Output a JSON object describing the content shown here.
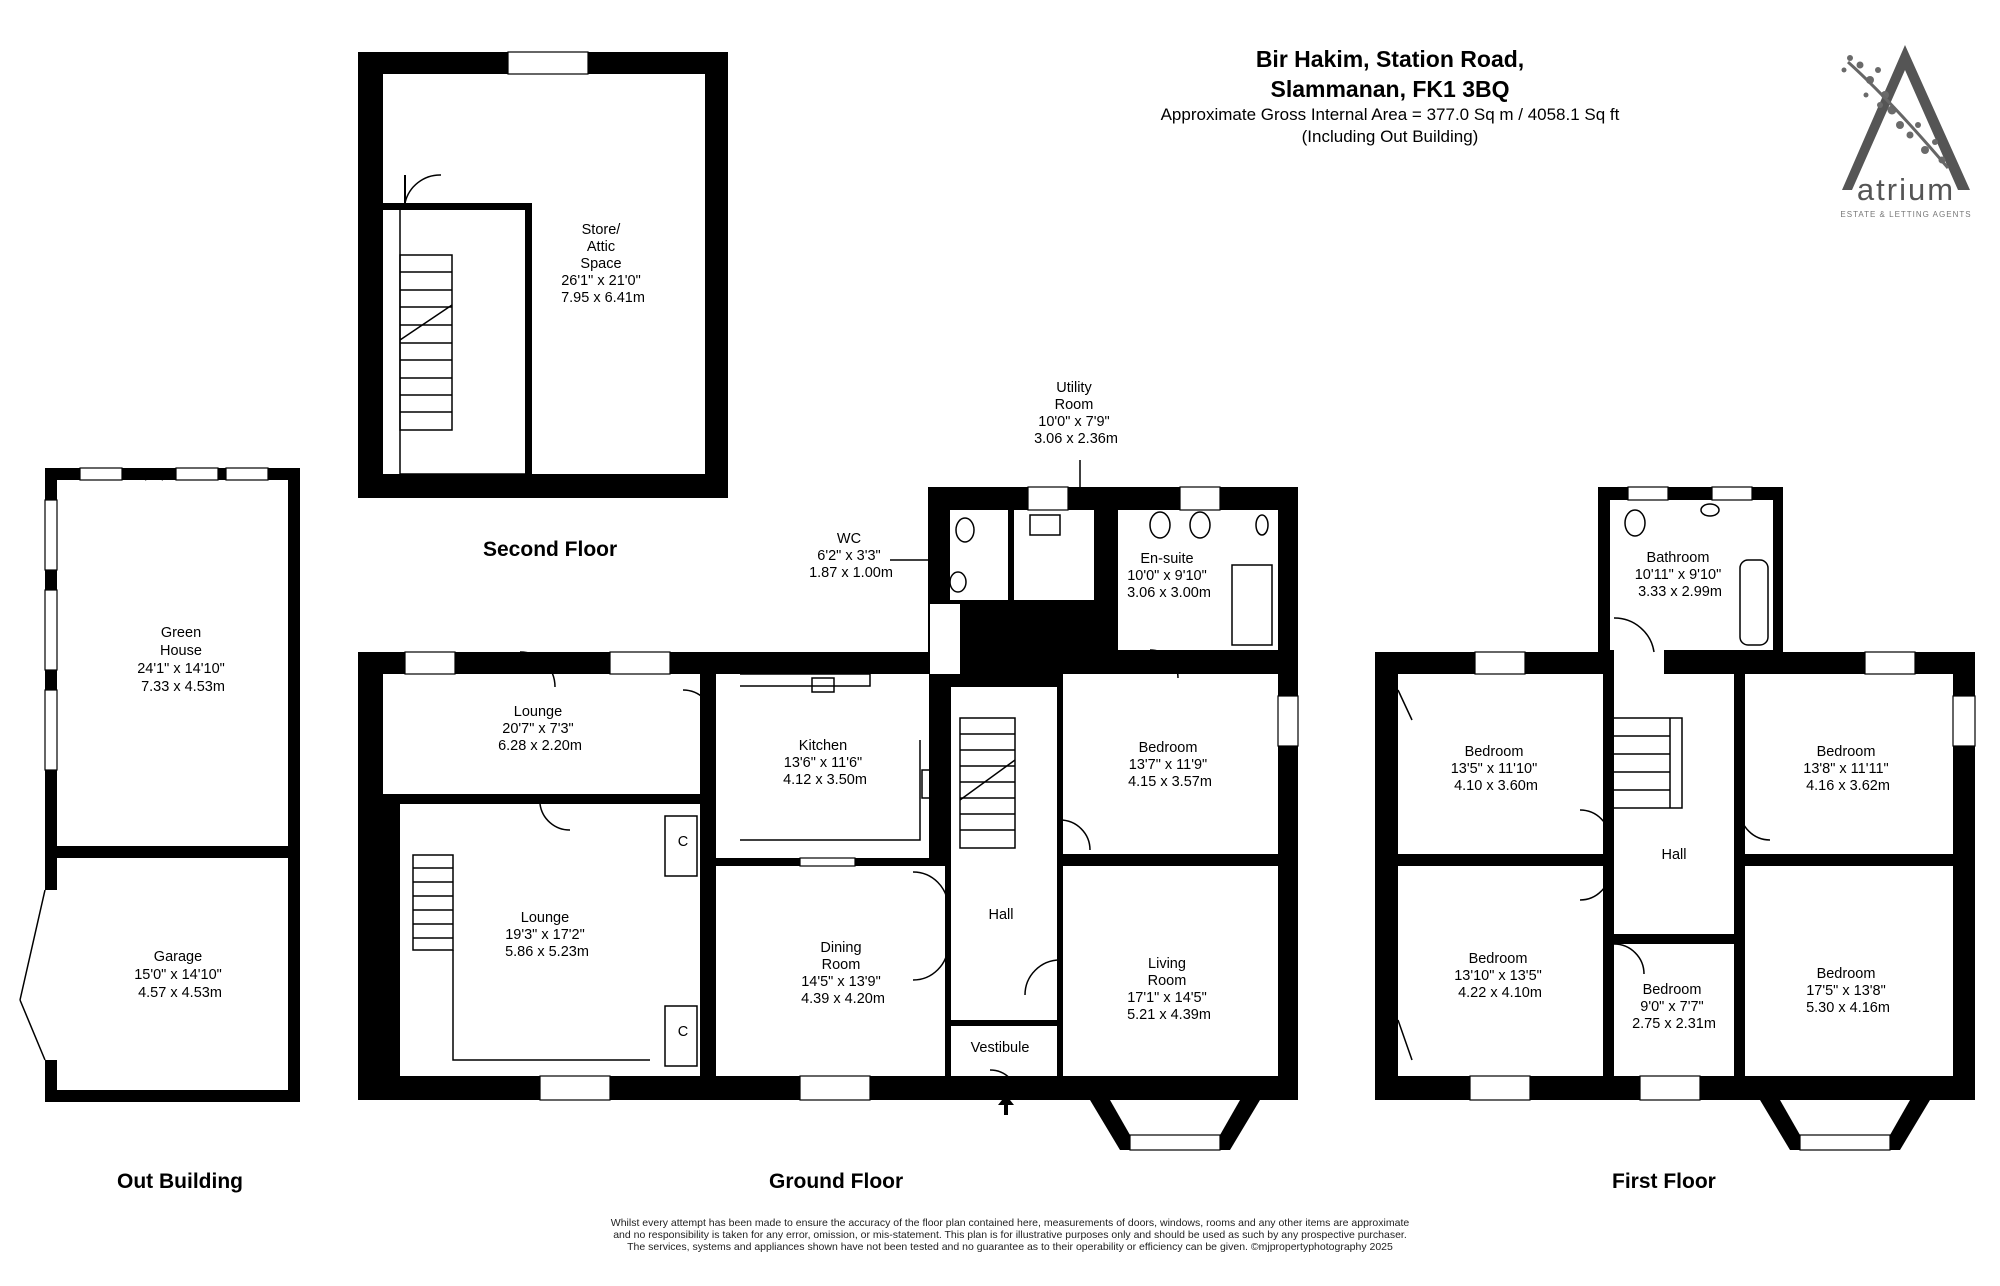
{
  "header": {
    "address_line1": "Bir Hakim, Station Road,",
    "address_line2": "Slammanan, FK1 3BQ",
    "area_line": "Approximate Gross Internal Area = 377.0 Sq m / 4058.1 Sq ft",
    "area_note": "(Including Out Building)"
  },
  "logo": {
    "word": "atrium",
    "tagline": "ESTATE & LETTING AGENTS",
    "icon": "tree-letter-a-icon"
  },
  "floors": {
    "second": "Second Floor",
    "ground": "Ground Floor",
    "first": "First Floor",
    "outbuilding": "Out Building"
  },
  "rooms": {
    "store": [
      "Store/",
      "Attic",
      "Space",
      "26'1\" x 21'0\"",
      "7.95 x 6.41m"
    ],
    "utility": [
      "Utility",
      "Room",
      "10'0\" x 7'9\"",
      "3.06 x 2.36m"
    ],
    "wc": [
      "WC",
      "6'2\" x 3'3\"",
      "1.87 x 1.00m"
    ],
    "ensuite": [
      "En-suite",
      "10'0\" x 9'10\"",
      "3.06 x 3.00m"
    ],
    "green_house": [
      "Green",
      "House",
      "24'1\" x 14'10\"",
      "7.33 x 4.53m"
    ],
    "garage": [
      "Garage",
      "15'0\" x 14'10\"",
      "4.57 x 4.53m"
    ],
    "lounge_small": [
      "Lounge",
      "20'7\" x 7'3\"",
      "6.28 x 2.20m"
    ],
    "kitchen": [
      "Kitchen",
      "13'6\" x 11'6\"",
      "4.12 x 3.50m"
    ],
    "gf_bedroom": [
      "Bedroom",
      "13'7\" x 11'9\"",
      "4.15 x 3.57m"
    ],
    "lounge_large": [
      "Lounge",
      "19'3\" x 17'2\"",
      "5.86 x 5.23m"
    ],
    "dining": [
      "Dining",
      "Room",
      "14'5\" x 13'9\"",
      "4.39 x 4.20m"
    ],
    "hall_gf": [
      "Hall"
    ],
    "living": [
      "Living",
      "Room",
      "17'1\" x 14'5\"",
      "5.21 x 4.39m"
    ],
    "vestibule": [
      "Vestibule"
    ],
    "cupboard_1": [
      "C"
    ],
    "cupboard_2": [
      "C"
    ],
    "bathroom": [
      "Bathroom",
      "10'11\" x 9'10\"",
      "3.33 x 2.99m"
    ],
    "ff_bedroom_tl": [
      "Bedroom",
      "13'5\" x 11'10\"",
      "4.10 x 3.60m"
    ],
    "ff_bedroom_tr": [
      "Bedroom",
      "13'8\" x 11'11\"",
      "4.16 x 3.62m"
    ],
    "hall_ff": [
      "Hall"
    ],
    "ff_bedroom_bl": [
      "Bedroom",
      "13'10\" x 13'5\"",
      "4.22 x 4.10m"
    ],
    "ff_bedroom_bm": [
      "Bedroom",
      "9'0\" x 7'7\"",
      "2.75 x 2.31m"
    ],
    "ff_bedroom_br": [
      "Bedroom",
      "17'5\" x 13'8\"",
      "5.30 x 4.16m"
    ]
  },
  "disclaimer": [
    "Whilst every attempt has been made to ensure the accuracy of the floor plan contained here, measurements of doors, windows, rooms and any other items are approximate",
    "and no responsibility is taken for any error, omission, or mis-statement. This plan is for illustrative purposes only and should be used as such by any prospective purchaser.",
    "The services, systems and appliances shown have not been tested and no guarantee as to their operability or efficiency can be given. ©mjpropertyphotography 2025"
  ]
}
